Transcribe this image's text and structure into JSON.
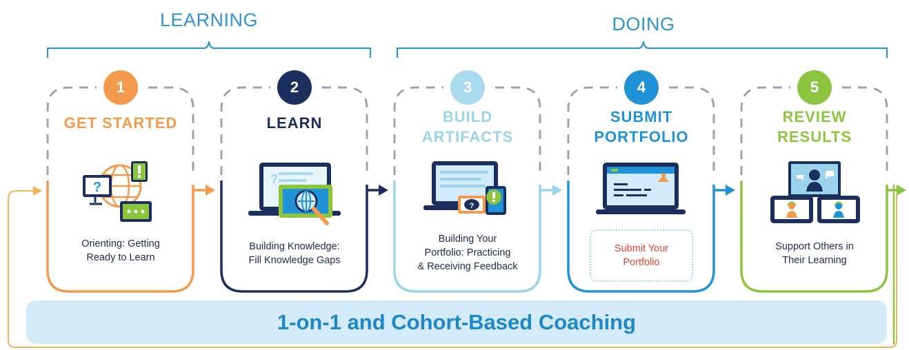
{
  "phases": {
    "learning": "LEARNING",
    "doing": "DOING"
  },
  "steps": [
    {
      "number": "1",
      "title_lines": [
        "GET STARTED"
      ],
      "description_lines": [
        "Orienting: Getting",
        "Ready to Learn"
      ],
      "color": "#f39a4c",
      "icon": "globe-devices-icon"
    },
    {
      "number": "2",
      "title_lines": [
        "LEARN"
      ],
      "description_lines": [
        "Building Knowledge:",
        "Fill Knowledge Gaps"
      ],
      "color": "#1b2f5e",
      "icon": "laptop-magnifier-icon"
    },
    {
      "number": "3",
      "title_lines": [
        "BUILD",
        "ARTIFACTS"
      ],
      "description_lines": [
        "Building Your",
        "Portfolio: Practicing",
        "& Receiving Feedback"
      ],
      "color": "#9bd3ea",
      "icon": "laptop-feedback-icon"
    },
    {
      "number": "4",
      "title_lines": [
        "SUBMIT",
        "PORTFOLIO"
      ],
      "description_lines": [
        "Submit Your",
        "Portfolio"
      ],
      "color": "#1f93d6",
      "icon": "laptop-portfolio-icon"
    },
    {
      "number": "5",
      "title_lines": [
        "REVIEW",
        "RESULTS"
      ],
      "description_lines": [
        "Support Others in",
        "Their Learning"
      ],
      "color": "#8cc43f",
      "icon": "video-conference-icon"
    }
  ],
  "coaching": {
    "label": "1-on-1 and Cohort-Based Coaching"
  },
  "colors": {
    "phase_label": "#2e93d1",
    "dashed_border": "#9aa3ab",
    "coaching_bg": "#d3ebf8",
    "coaching_text": "#1f87c8",
    "submit_text": "#e8412c"
  }
}
